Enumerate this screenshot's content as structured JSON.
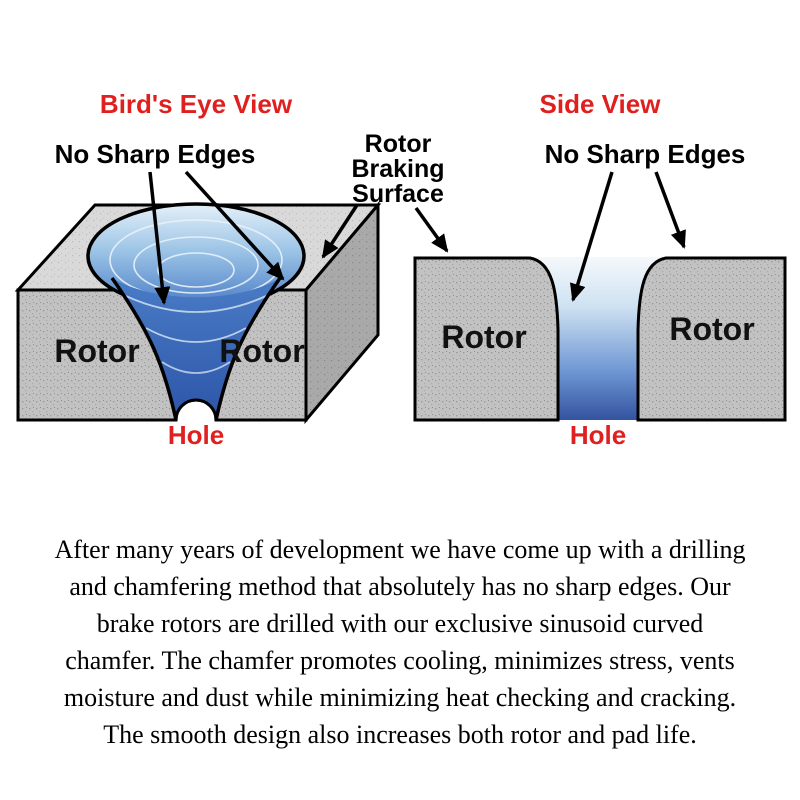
{
  "titles": {
    "birdseye": "Bird's Eye View",
    "side": "Side View"
  },
  "labels": {
    "no_sharp_edges": "No Sharp Edges",
    "rotor_braking_surface": [
      "Rotor",
      "Braking",
      "Surface"
    ],
    "rotor": "Rotor",
    "hole": "Hole"
  },
  "colors": {
    "red": "#e01f1f",
    "outline": "#000000",
    "rotor_gray": "#c2c2c2",
    "top_face_gray": "#d9d9d9",
    "side_face_gray": "#a9a9a9",
    "hole_blue_deep": "#33539f",
    "hole_blue_light": "#cfe2f2"
  },
  "paragraph": {
    "lines": [
      "After many years of development we have come up with a drilling",
      "and chamfering method that absolutely has no sharp edges.  Our",
      "brake rotors are drilled with our exclusive sinusoid curved",
      "chamfer. The chamfer promotes cooling, minimizes stress, vents",
      "moisture and dust while minimizing heat checking and cracking.",
      "The smooth design also increases both rotor and pad life."
    ]
  }
}
